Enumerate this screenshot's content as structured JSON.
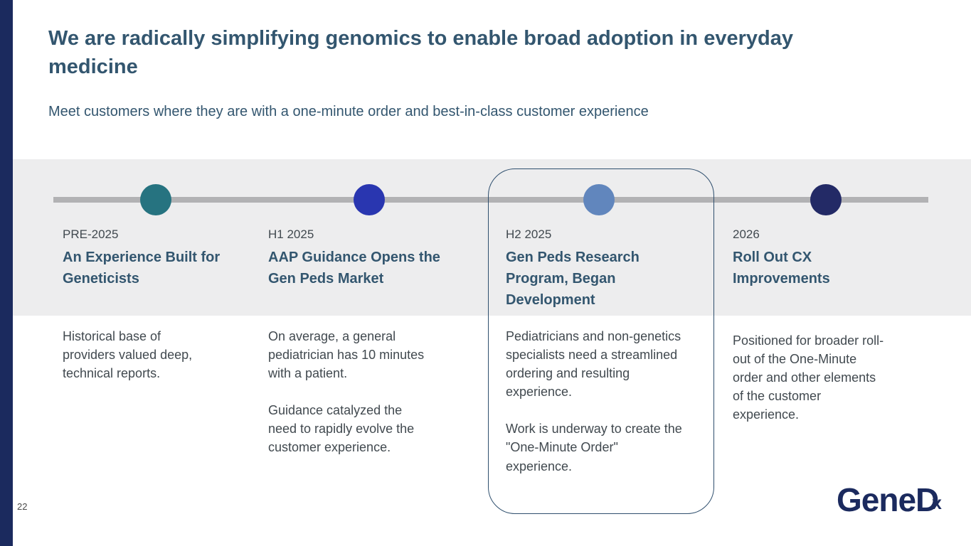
{
  "slide": {
    "title": "We are radically simplifying genomics to enable broad adoption in everyday medicine",
    "subtitle": "Meet customers where they are with a one-minute order and best-in-class customer experience",
    "page_number": "22"
  },
  "timeline": {
    "milestones": [
      {
        "date": "PRE-2025",
        "title": "An Experience Built for Geneticists",
        "dot_color": "#267380",
        "highlighted": false,
        "paragraphs": {
          "p1": "Historical base of providers valued deep, technical reports."
        }
      },
      {
        "date": "H1 2025",
        "title": "AAP Guidance Opens the Gen Peds Market",
        "dot_color": "#2936b0",
        "highlighted": false,
        "paragraphs": {
          "p1": "On average, a general pediatrician has 10 minutes with a patient.",
          "p2": "Guidance catalyzed the need to rapidly evolve the customer experience."
        }
      },
      {
        "date": "H2 2025",
        "title": "Gen Peds Research Program, Began Development",
        "dot_color": "#6186bd",
        "highlighted": true,
        "paragraphs": {
          "p1": "Pediatricians and non-genetics specialists need a streamlined ordering and resulting experience.",
          "p2": "Work is underway to create the \"One-Minute Order\" experience."
        }
      },
      {
        "date": "2026",
        "title": "Roll Out CX Improvements",
        "dot_color": "#232a66",
        "highlighted": false,
        "paragraphs": {
          "p1": "Positioned for broader roll-out of the One-Minute order and other elements of the customer experience."
        }
      }
    ]
  },
  "footer": {
    "page_number": "22",
    "logo_text_main": "GeneD",
    "logo_text_x": "x"
  },
  "colors": {
    "accent_bar": "#1b2a5e",
    "title_text": "#33566f",
    "body_text": "#41494f",
    "band_background": "#ededee",
    "timeline_line": "#b2b2b4",
    "highlight_border": "#2f4f6e",
    "logo": "#1b2a5e"
  }
}
